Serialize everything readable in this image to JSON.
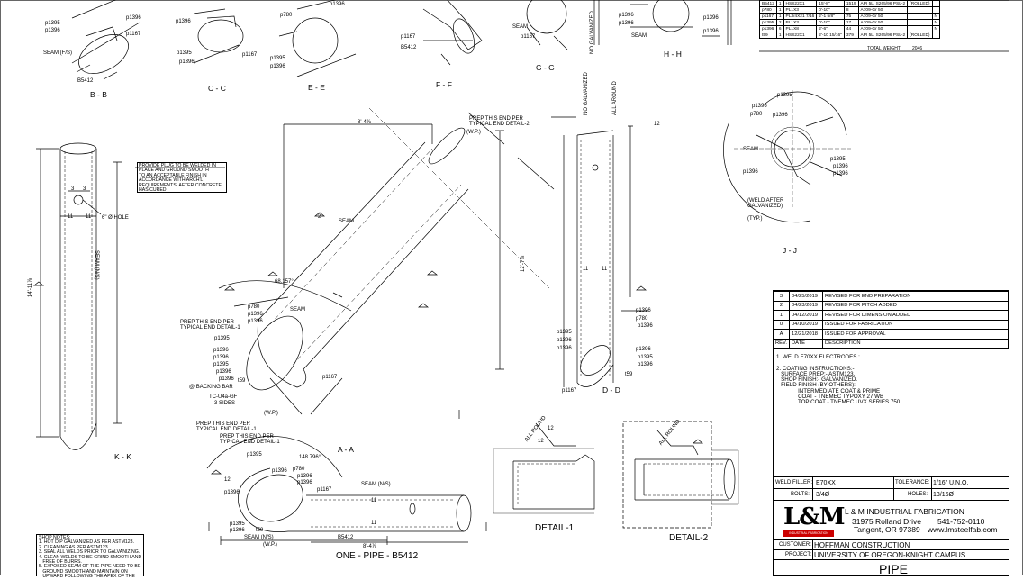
{
  "sections": {
    "bb": "B - B",
    "cc": "C - C",
    "ee": "E - E",
    "ff": "F - F",
    "gg": "G - G",
    "hh": "H - H",
    "jj": "J - J",
    "kk": "K - K",
    "aa": "A - A",
    "dd": "D - D",
    "detail1": "DETAIL-1",
    "detail2": "DETAIL-2",
    "onepipe": "ONE - PIPE - B5412"
  },
  "callouts": {
    "p1395": "p1395",
    "p1396": "p1396",
    "p1167": "p1167",
    "p780": "p780",
    "t59": "t59",
    "b5412": "B5412",
    "seam": "SEAM",
    "seam_fs": "SEAM (F/S)",
    "seam_ns": "SEAM (N/S)",
    "wp": "(W.P.)",
    "backing_bar": "@ BACKING BAR",
    "tc": "TC-U4a-GF",
    "tc_sides": "3 SIDES",
    "prep_end": "PREP THIS END PER",
    "typical_end": "TYPICAL END DETAIL-1",
    "typical_end2": "TYPICAL END DETAIL-2",
    "hole": "6\" Ø HOLE",
    "no_galv": "NO GALVANIZED",
    "all_around": "ALL AROUND",
    "all_round": "ALL ROUND",
    "weld_after": "(WELD AFTER",
    "galvanized": "GALVANIZED)",
    "typ": "(TYP.)"
  },
  "dims": {
    "d84": "8'-4⅞",
    "d84b": "8'-4⅞",
    "d1411": "14'-11⅞",
    "d1210": "12'-7⅞",
    "d68": "68.157°",
    "d148": "148.796°",
    "d11": "11",
    "d12": "12",
    "d3": "3",
    "d2": "2"
  },
  "plug_note": "PROVIDE PLUG TO BE WELDED IN\nPLACE AND GROUND SMOOTH\nTO AN ACCEPTABLE FINISH IN\nACCORDANCE WITH ARCH'L\nREQUIREMENTS. AFTER CONCRETE\nHAS CURED",
  "shop_notes": "SHOP NOTES:\n1. HOT DIP GALVANIZED AS PER ASTM123.\n2. CLEANING AS PER ASTM123.\n3. SEAL ALL WELDS PRIOR TO GALVANIZING.\n4. CLEAN WELDS TO BE GRIND SMOOTH AND\n   FREE OF BURRS.\n5. EXPOSED SEAM OF THE PIPE NEED TO BE\n   GROUND SMOOTH AND MAINTAIN ON\n   UPWARD FOLLOWING THE APEX OF THE",
  "bom": {
    "rows": [
      [
        "B5412",
        "1",
        "HSS22X1",
        "15'-8\"",
        "1519",
        "API 5L, S265/96 PSL-2",
        "(ROLLED)",
        ""
      ],
      [
        "p780",
        "1",
        "PL1X3",
        "0'-10\"",
        "8",
        "A709-Gr 50",
        "",
        ""
      ],
      [
        "p1167",
        "1",
        "PL3/4X21 7/16",
        "2'-1 5/8\"",
        "75",
        "A709-Gr 50",
        "",
        "N"
      ],
      [
        "p1395",
        "2",
        "PL1X3",
        "0'-10\"",
        "17",
        "A709-Gr 50",
        "",
        "N"
      ],
      [
        "p1396",
        "6",
        "PL1X8",
        "2'-6\"",
        "44",
        "A709-Gr 50",
        "",
        "N"
      ],
      [
        "t59",
        "1",
        "HSS22X1",
        "2'-10 15/16\"",
        "379",
        "API 5L, S265/96 PSL-2",
        "(ROLLED)",
        ""
      ]
    ],
    "total_label": "TOTAL WEIGHT",
    "total": "2046"
  },
  "revisions": [
    {
      "rev": "3",
      "date": "04/25/2019",
      "desc": "REVISED FOR END PREPARATION"
    },
    {
      "rev": "2",
      "date": "04/23/2019",
      "desc": "REVISED FOR PITCH ADDED"
    },
    {
      "rev": "1",
      "date": "04/12/2019",
      "desc": "REVISED FOR DIMENSION ADDED"
    },
    {
      "rev": "0",
      "date": "04/10/2019",
      "desc": "ISSUED FOR FABRICATION"
    },
    {
      "rev": "A",
      "date": "12/21/2018",
      "desc": "ISSUED FOR APPROVAL"
    }
  ],
  "rev_head": {
    "rev": "REV.",
    "date": "DATE",
    "desc": "DESCRIPTION"
  },
  "notes": "1. WELD E70XX ELECTRODES :\n\n2. COATING INSTRUCTIONS:-\n   SURFACE PREP:- ASTM123.\n   SHOP FINISH:- GALVANIZED.\n   FIELD FINISH (BY OTHERS):-\n              INTERMEDIATE COAT & PRIME\n              COAT - TNEMEC TYPOXY 27 WB\n              TOP COAT - TNEMEC UVX SERIES 750",
  "weld": {
    "filler_label": "WELD FILLER:",
    "filler": "E70XX",
    "tol_label": "TOLERANCE:",
    "tol": "1/16\" U.N.O.",
    "bolts_label": "BOLTS:",
    "bolts": "3/4Ø",
    "holes_label": "HOLES:",
    "holes": "13/16Ø"
  },
  "company": {
    "logo": "L&M",
    "logo_sub": "INDUSTRIAL FABRICATION",
    "name": "L & M  INDUSTRIAL FABRICATION",
    "address": "31975 Rolland Drive",
    "city": "Tangent, OR 97389",
    "phone": "541-752-0110",
    "web": "www.lmsteelfab.com"
  },
  "customer_label": "CUSTOMER:",
  "customer": "HOFFMAN CONSTRUCTION",
  "project_label": "PROJECT:",
  "project": "UNIVERSITY OF OREGON-KNIGHT CAMPUS",
  "drawing_title": "PIPE"
}
